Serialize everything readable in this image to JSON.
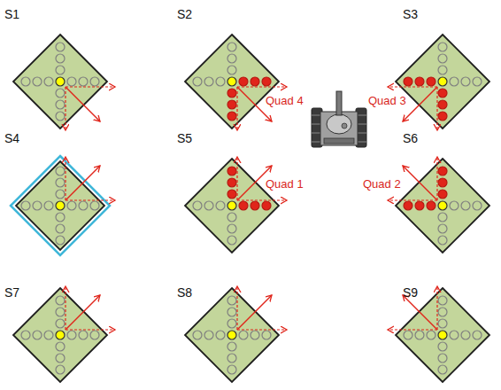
{
  "diagram": {
    "nodes": [
      {
        "text": [
          "S1"
        ]
      },
      {
        "text": [
          "S2"
        ]
      },
      {
        "text": [
          "S3"
        ]
      },
      {
        "text": [
          "S4"
        ]
      },
      {
        "text": [
          "S5"
        ]
      },
      {
        "text": [
          "S6"
        ]
      },
      {
        "text": [
          "S7"
        ]
      },
      {
        "text": [
          "S8"
        ]
      },
      {
        "text": [
          "S9"
        ]
      }
    ],
    "labels": [
      "Quad 4",
      "Quad 3",
      "Quad 1",
      "Quad 2"
    ]
  }
}
